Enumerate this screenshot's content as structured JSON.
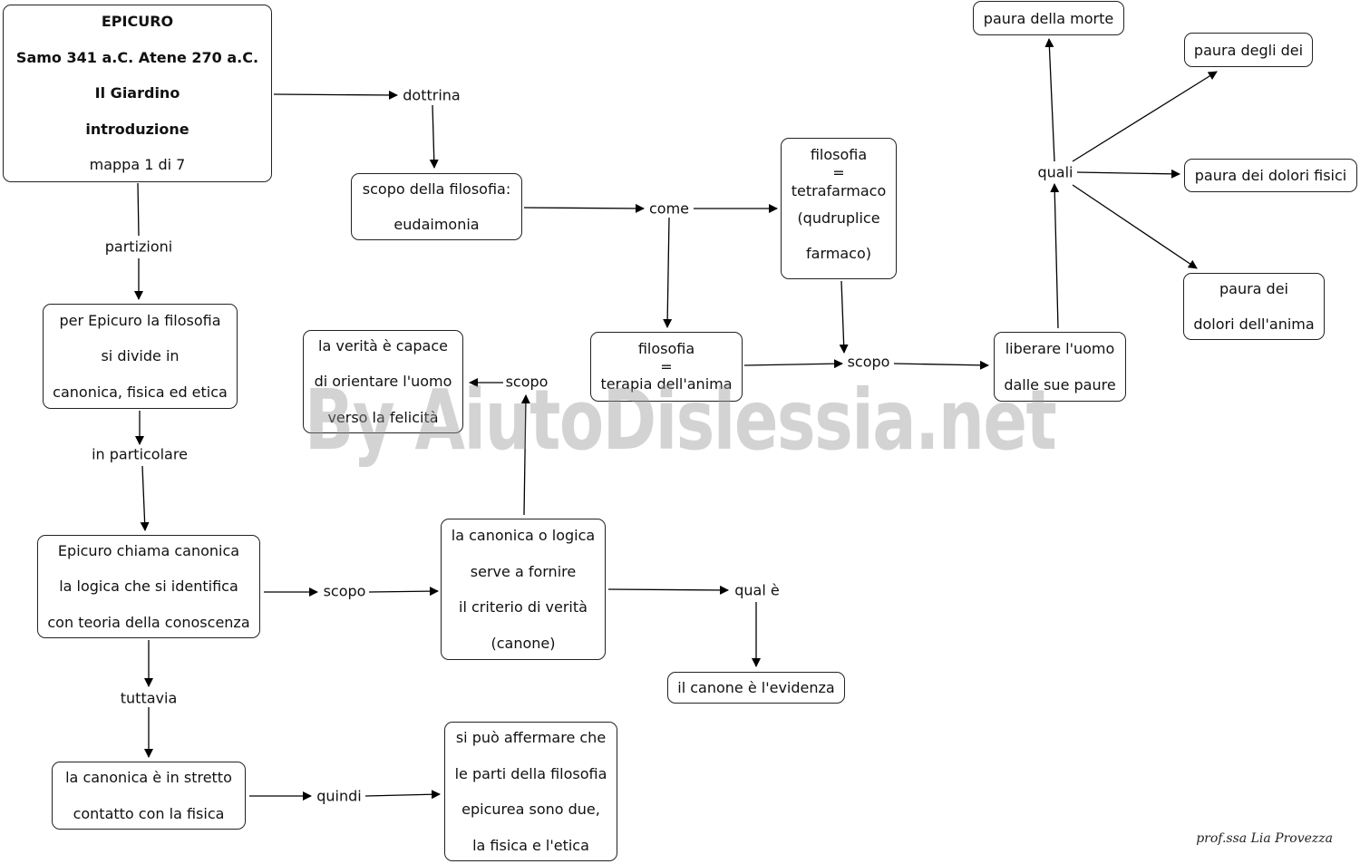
{
  "nodes": {
    "title": [
      "EPICURO",
      "Samo 341 a.C.  Atene 270 a.C.",
      "Il Giardino",
      "introduzione"
    ],
    "title_sub": "mappa 1 di 7",
    "scopo_filosofia": [
      "scopo della filosofia:",
      "eudaimonia"
    ],
    "tetrafarmaco": [
      "filosofia",
      "=",
      "tetrafarmaco",
      "(qudruplice",
      "farmaco)"
    ],
    "terapia": [
      "filosofia",
      "=",
      "terapia dell'anima"
    ],
    "liberare": [
      "liberare l'uomo",
      "dalle sue paure"
    ],
    "paura_morte": "paura della morte",
    "paura_dei": "paura degli dei",
    "paura_fisici": "paura dei dolori fisici",
    "paura_anima": [
      "paura dei",
      "dolori dell'anima"
    ],
    "divide": [
      "per Epicuro la filosofia",
      "si divide in",
      "canonica, fisica ed etica"
    ],
    "verita": [
      "la verità  è capace",
      "di orientare l'uomo",
      "verso la felicità"
    ],
    "chiama": [
      "Epicuro chiama canonica",
      "la logica che si identifica",
      "con teoria della conoscenza"
    ],
    "canonica_logica": [
      "la canonica o logica",
      "serve a fornire",
      "il criterio di verità",
      "(canone)"
    ],
    "evidenza": "il canone è l'evidenza",
    "stretto": [
      "la canonica è in stretto",
      "contatto con la fisica"
    ],
    "affermare": [
      "si può affermare che",
      "le parti della filosofia",
      "epicurea sono due,",
      "la fisica e l'etica"
    ]
  },
  "links": {
    "dottrina": "dottrina",
    "partizioni": "partizioni",
    "come": "come",
    "quali": "quali",
    "scopo_mid": "scopo",
    "scopo_verita": "scopo",
    "in_particolare": "in particolare",
    "scopo_low": "scopo",
    "qual_e": "qual è",
    "tuttavia": "tuttavia",
    "quindi": "quindi"
  },
  "watermark": "By AiutoDislessia.net",
  "signature": "prof.ssa Lia Provezza"
}
